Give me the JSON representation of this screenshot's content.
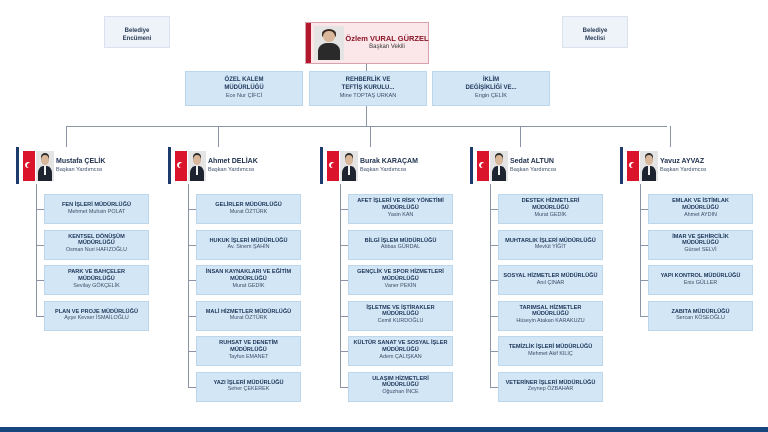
{
  "left_box": "Belediye\nEncümeni",
  "right_box": "Belediye\nMeclisi",
  "head": {
    "name": "Özlem VURAL GÜRZEL",
    "title": "Başkan Vekili"
  },
  "top_units": [
    {
      "title": "ÖZEL KALEM\nMÜDÜRLÜĞÜ",
      "person": "Ece Nur ÇİFCİ"
    },
    {
      "title": "REHBERLİK VE\nTEFTİŞ KURULU...",
      "person": "Mine TOPTAŞ URKAN"
    },
    {
      "title": "İKLİM\nDEĞİŞİKLİĞİ VE...",
      "person": "Engin ÇELİK"
    }
  ],
  "vps": [
    {
      "name": "Mustafa ÇELİK",
      "title": "Başkan Yardımcısı",
      "units": [
        {
          "title": "FEN İŞLERİ MÜDÜRLÜĞÜ",
          "person": "Mehmet Muhsin POLAT"
        },
        {
          "title": "KENTSEL DÖNÜŞÜM\nMÜDÜRLÜĞÜ",
          "person": "Osman Nuri HAFIZOĞLU"
        },
        {
          "title": "PARK VE BAHÇELER\nMÜDÜRLÜĞÜ",
          "person": "Sevilay GÖKÇELİK"
        },
        {
          "title": "PLAN VE PROJE MÜDÜRLÜĞÜ",
          "person": "Ayşe Kevser İSMAİLOĞLU"
        }
      ]
    },
    {
      "name": "Ahmet DELİAK",
      "title": "Başkan Yardımcısı",
      "units": [
        {
          "title": "GELİRLER MÜDÜRLÜĞÜ",
          "person": "Murat ÖZTÜRK"
        },
        {
          "title": "HUKUK İŞLERİ MÜDÜRLÜĞÜ",
          "person": "Av. Sinem ŞAHİN"
        },
        {
          "title": "İNSAN KAYNAKLARI VE EĞİTİM\nMÜDÜRLÜĞÜ",
          "person": "Murat GEDİK"
        },
        {
          "title": "MALİ HİZMETLER MÜDÜRLÜĞÜ",
          "person": "Murat ÖZTÜRK"
        },
        {
          "title": "RUHSAT VE DENETİM\nMÜDÜRLÜĞÜ",
          "person": "Tayfun EMANET"
        },
        {
          "title": "YAZI İŞLERİ MÜDÜRLÜĞÜ",
          "person": "Seher ÇEKEREK"
        }
      ]
    },
    {
      "name": "Burak KARAÇAM",
      "title": "Başkan Yardımcısı",
      "units": [
        {
          "title": "AFET İŞLERİ VE RİSK YÖNETİMİ\nMÜDÜRLÜĞÜ",
          "person": "Yasin KAN"
        },
        {
          "title": "BİLGİ İŞLEM MÜDÜRLÜĞÜ",
          "person": "Abbas GÜRDAL"
        },
        {
          "title": "GENÇLİK VE SPOR HİZMETLERİ\nMÜDÜRLÜĞÜ",
          "person": "Vaner PEKİN"
        },
        {
          "title": "İŞLETME VE İŞTİRAKLER\nMÜDÜRLÜĞÜ",
          "person": "Cemil KURDOĞLU"
        },
        {
          "title": "KÜLTÜR SANAT VE SOSYAL İŞLER\nMÜDÜRLÜĞÜ",
          "person": "Adem ÇALIŞKAN"
        },
        {
          "title": "ULAŞIM HİZMETLERİ\nMÜDÜRLÜĞÜ",
          "person": "Oğuzhan İNCE"
        }
      ]
    },
    {
      "name": "Sedat ALTUN",
      "title": "Başkan Yardımcısı",
      "units": [
        {
          "title": "DESTEK HİZMETLERİ\nMÜDÜRLÜĞÜ",
          "person": "Murat GEDİK"
        },
        {
          "title": "MUHTARLIK İŞLERİ MÜDÜRLÜĞÜ",
          "person": "Mevlüt YİĞİT"
        },
        {
          "title": "SOSYAL HİZMETLER MÜDÜRLÜĞÜ",
          "person": "Anıl ÇINAR"
        },
        {
          "title": "TARIMSAL HİZMETLER\nMÜDÜRLÜĞÜ",
          "person": "Hüseyin Atakan KARAKUZU"
        },
        {
          "title": "TEMİZLİK İŞLERİ MÜDÜRLÜĞÜ",
          "person": "Mehmet Akif KILIÇ"
        },
        {
          "title": "VETERİNER İŞLERİ MÜDÜRLÜĞÜ",
          "person": "Zeynep ÖZBAHAR"
        }
      ]
    },
    {
      "name": "Yavuz AYVAZ",
      "title": "Başkan Yardımcısı",
      "units": [
        {
          "title": "EMLAK VE İSTİMLAK\nMÜDÜRLÜĞÜ",
          "person": "Ahmet AYDIN"
        },
        {
          "title": "İMAR VE ŞEHİRCİLİK\nMÜDÜRLÜĞÜ",
          "person": "Gürsel SELVİ"
        },
        {
          "title": "YAPI KONTROL MÜDÜRLÜĞÜ",
          "person": "Enis GÜLLER"
        },
        {
          "title": "ZABITA MÜDÜRLÜĞÜ",
          "person": "Sercan KÖSEOĞLU"
        }
      ]
    }
  ]
}
